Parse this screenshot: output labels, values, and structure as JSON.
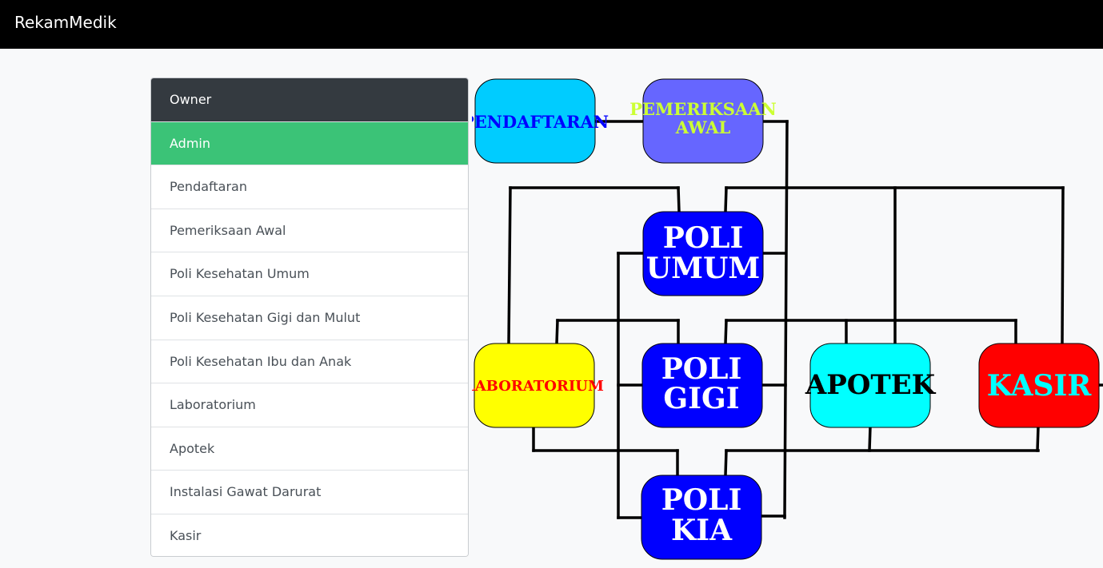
{
  "navbar": {
    "brand": "RekamMedik"
  },
  "menu": {
    "items": [
      {
        "label": "Owner"
      },
      {
        "label": "Admin"
      },
      {
        "label": "Pendaftaran"
      },
      {
        "label": "Pemeriksaan Awal"
      },
      {
        "label": "Poli Kesehatan Umum"
      },
      {
        "label": "Poli Kesehatan Gigi dan Mulut"
      },
      {
        "label": "Poli Kesehatan Ibu dan Anak"
      },
      {
        "label": "Laboratorium"
      },
      {
        "label": "Apotek"
      },
      {
        "label": "Instalasi Gawat Darurat"
      },
      {
        "label": "Kasir"
      }
    ]
  },
  "diagram": {
    "nodes": {
      "pendaftaran": {
        "lines": [
          "PENDAFTARAN"
        ],
        "fill": "#00ccff",
        "text_color": "#0000ff"
      },
      "pemeriksaan": {
        "lines": [
          "PEMERIKSAAN",
          "AWAL"
        ],
        "fill": "#6666ff",
        "text_color": "#ccff33"
      },
      "poli_umum": {
        "lines": [
          "POLI",
          "UMUM"
        ],
        "fill": "#0000ff",
        "text_color": "#ffffff"
      },
      "laboratorium": {
        "lines": [
          "LABORATORIUM"
        ],
        "fill": "#ffff00",
        "text_color": "#ff0000"
      },
      "poli_gigi": {
        "lines": [
          "POLI",
          "GIGI"
        ],
        "fill": "#0000ff",
        "text_color": "#ffffff"
      },
      "apotek": {
        "lines": [
          "APOTEK"
        ],
        "fill": "#00ffff",
        "text_color": "#000000"
      },
      "kasir": {
        "lines": [
          "KASIR"
        ],
        "fill": "#ff0000",
        "text_color": "#00ffff"
      },
      "poli_kia": {
        "lines": [
          "POLI",
          "KIA"
        ],
        "fill": "#0000ff",
        "text_color": "#ffffff"
      }
    }
  }
}
